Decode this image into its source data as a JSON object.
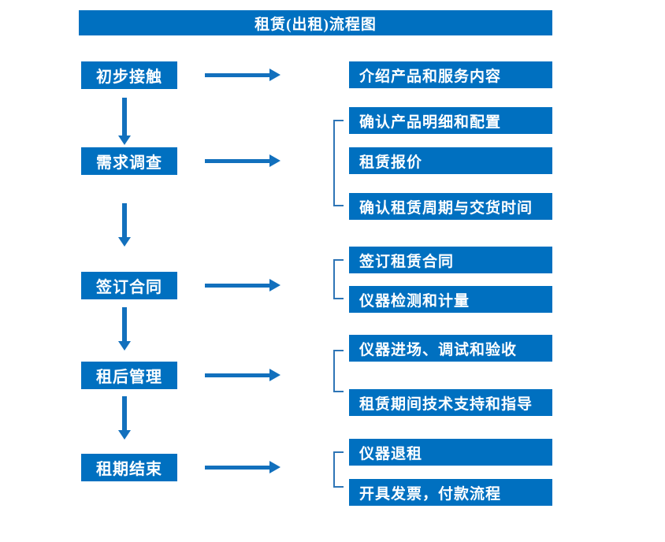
{
  "title": "租赁(出租)流程图",
  "colors": {
    "box_fill": "#0070C0",
    "arrow": "#1270BD",
    "bracket": "#2E75B6",
    "text": "#FFFFFF"
  },
  "flow": [
    {
      "step": "初步接触",
      "details": [
        "介绍产品和服务内容"
      ]
    },
    {
      "step": "需求调查",
      "details": [
        "确认产品明细和配置",
        "租赁报价",
        "确认租赁周期与交货时间"
      ]
    },
    {
      "step": "签订合同",
      "details": [
        "签订租赁合同",
        "仪器检测和计量"
      ]
    },
    {
      "step": "租后管理",
      "details": [
        "仪器进场、调试和验收",
        "租赁期间技术支持和指导"
      ]
    },
    {
      "step": "租期结束",
      "details": [
        "仪器退租",
        "开具发票，付款流程"
      ]
    }
  ]
}
